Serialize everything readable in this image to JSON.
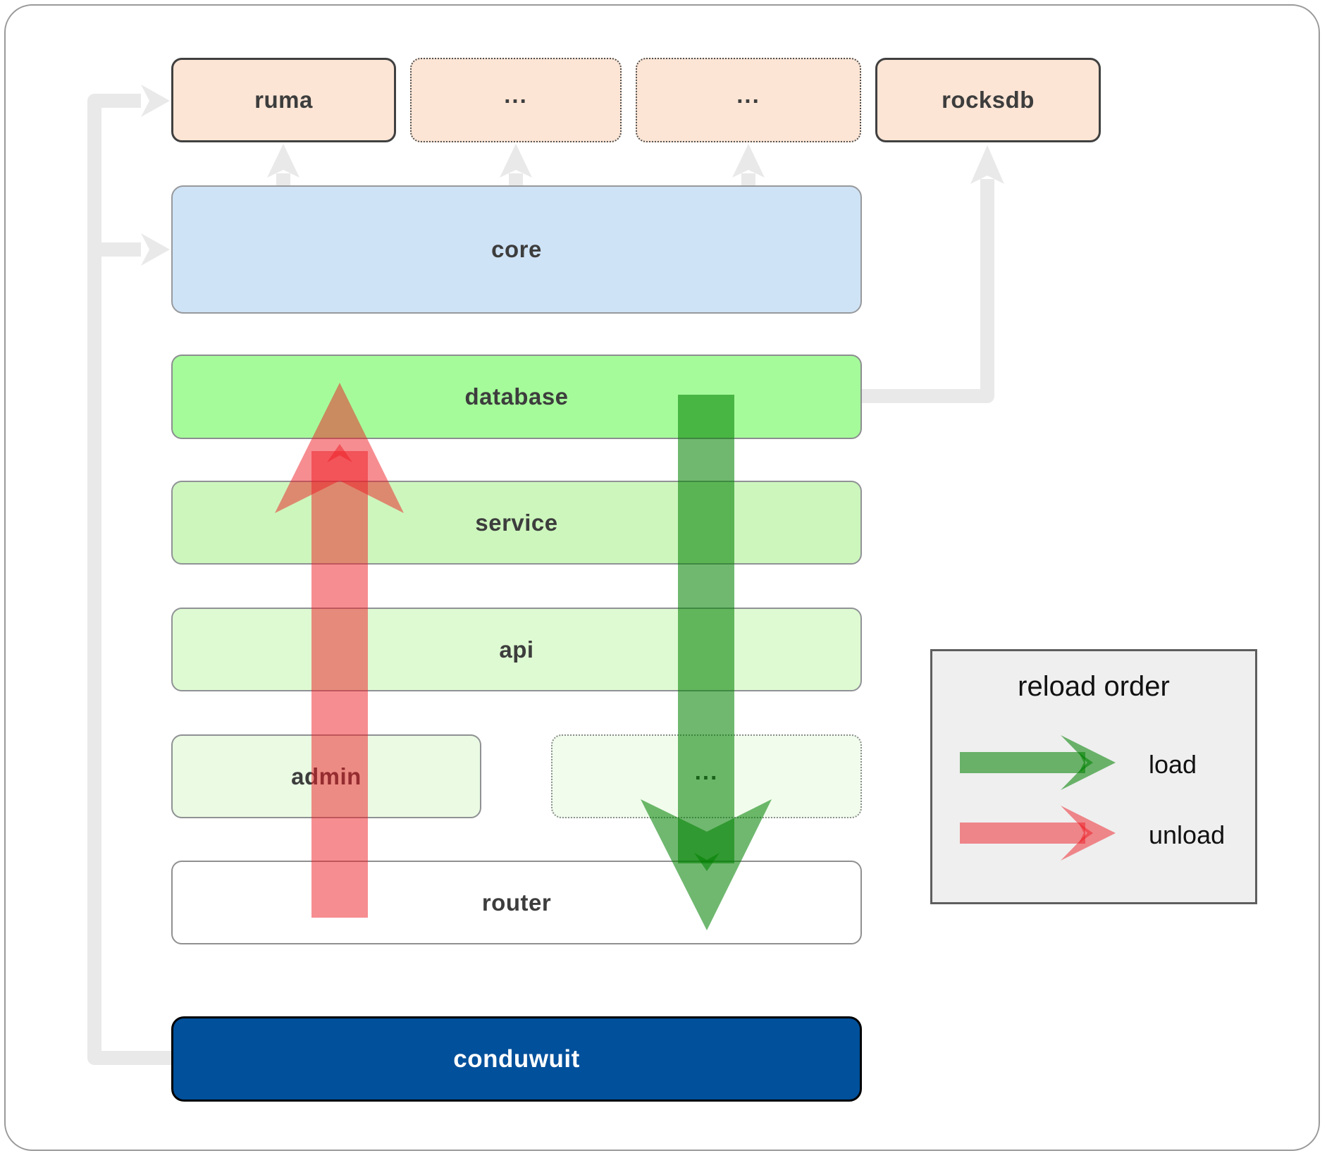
{
  "diagram": {
    "top_row": [
      {
        "label": "ruma",
        "border": "solid"
      },
      {
        "label": "...",
        "border": "dotted"
      },
      {
        "label": "...",
        "border": "dotted"
      },
      {
        "label": "rocksdb",
        "border": "solid"
      }
    ],
    "layers": {
      "core": "core",
      "database": "database",
      "service": "service",
      "api": "api",
      "admin": "admin",
      "admin_more": "...",
      "router": "router",
      "conduwuit": "conduwuit"
    }
  },
  "legend": {
    "title": "reload order",
    "items": [
      {
        "label": "load",
        "color": "#008000"
      },
      {
        "label": "unload",
        "color": "#ed1c24"
      }
    ]
  },
  "colors": {
    "peach_fill": "#fce5d5",
    "peach_solid_border": "#404040",
    "peach_dotted_border": "#505050",
    "core_fill": "#cfe3f6",
    "database_fill": "#a5fb9a",
    "service_fill": "#cdf6bd",
    "api_fill": "#defad2",
    "admin_fill": "#eafae3",
    "admin_more_fill": "#f1fcec",
    "router_fill": "#ffffff",
    "conduwuit_fill": "#01509b",
    "conduwuit_text": "#ffffff",
    "gray_connector": "#e9e9e9",
    "load_arrow": "#008000",
    "unload_arrow": "#ed1c24",
    "legend_bg": "#efefef",
    "label_text": "#3d3d3d",
    "outer_frame_border": "#9a9a9a"
  }
}
